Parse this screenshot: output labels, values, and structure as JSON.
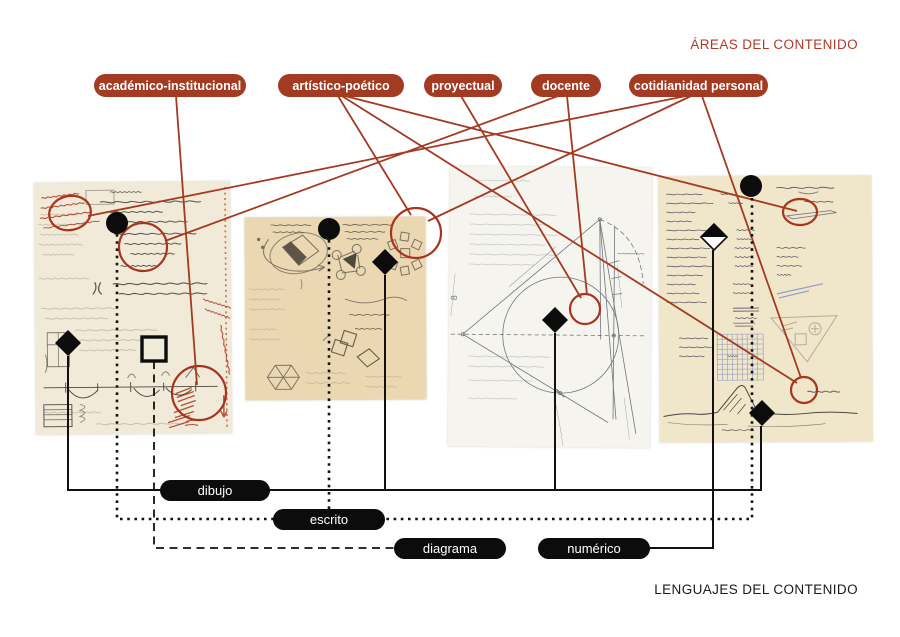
{
  "header": {
    "title": "ÁREAS DEL CONTENIDO"
  },
  "footer": {
    "title": "LENGUAJES DEL CONTENIDO"
  },
  "areas": {
    "items": [
      {
        "label": "académico-institucional"
      },
      {
        "label": "artístico-poético"
      },
      {
        "label": "proyectual"
      },
      {
        "label": "docente"
      },
      {
        "label": "cotidianidad personal"
      }
    ]
  },
  "languages": {
    "items": [
      {
        "label": "dibujo",
        "line_style": "solid",
        "marker": "filled-diamond"
      },
      {
        "label": "escrito",
        "line_style": "dotted",
        "marker": "filled-circle"
      },
      {
        "label": "diagrama",
        "line_style": "dashed",
        "marker": "open-square"
      },
      {
        "label": "numérico",
        "line_style": "solid",
        "marker": "half-filled-diamond"
      }
    ]
  },
  "pages": {
    "items": [
      {
        "name": "notebook-page-1",
        "description": "handwritten notes with red ink annotations, circled details and sketch of an elevation"
      },
      {
        "name": "notebook-page-2",
        "description": "tan sketchbook page with pencil studies of rotated squares and polygons"
      },
      {
        "name": "notebook-page-3",
        "description": "pale page with geometric projection drawing: circle, triangle and construction lines"
      },
      {
        "name": "notebook-page-4",
        "description": "tan page with numeric list, blue grid, triangle sketch and mountain drawing"
      }
    ]
  },
  "connections": {
    "areas_to_details": [
      {
        "from": "académico-institucional",
        "to": "page-1 circled detail bottom-right"
      },
      {
        "from": "artístico-poético",
        "to": "page-2 circled detail top-right"
      },
      {
        "from": "artístico-poético",
        "to": "page-4 circled detail top-right"
      },
      {
        "from": "artístico-poético",
        "to": "page-4 circled detail bottom"
      },
      {
        "from": "proyectual",
        "to": "page-3 circled detail center"
      },
      {
        "from": "docente",
        "to": "page-1 circled detail middle"
      },
      {
        "from": "docente",
        "to": "page-3 circled detail center"
      },
      {
        "from": "cotidianidad personal",
        "to": "page-1 circled detail top-left"
      },
      {
        "from": "cotidianidad personal",
        "to": "page-2 circled detail top-right"
      },
      {
        "from": "cotidianidad personal",
        "to": "page-4 circled detail bottom"
      }
    ],
    "markers_to_languages": [
      {
        "from": "page-1 filled-diamond",
        "to": "dibujo"
      },
      {
        "from": "page-2 filled-diamond",
        "to": "dibujo"
      },
      {
        "from": "page-3 filled-diamond",
        "to": "dibujo"
      },
      {
        "from": "page-4 filled-diamond",
        "to": "dibujo"
      },
      {
        "from": "page-1 filled-circle",
        "to": "escrito"
      },
      {
        "from": "page-2 filled-circle",
        "to": "escrito"
      },
      {
        "from": "page-4 filled-circle",
        "to": "escrito"
      },
      {
        "from": "page-1 open-square",
        "to": "diagrama"
      },
      {
        "from": "page-4 half-filled-diamond",
        "to": "numérico"
      }
    ]
  },
  "colors": {
    "accent_red": "#a33a22",
    "connector_black": "#111111"
  }
}
